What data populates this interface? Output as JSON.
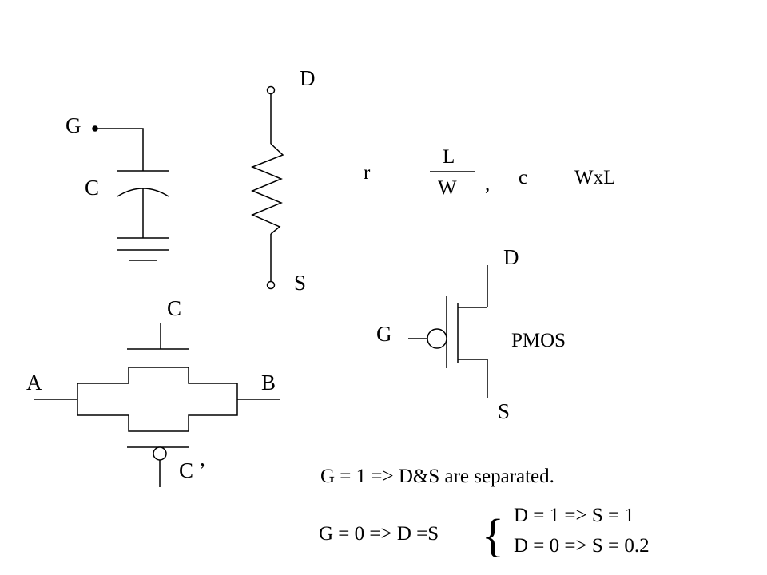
{
  "capacitor": {
    "gate_label": "G",
    "cap_label": "C"
  },
  "resistor": {
    "drain_label": "D",
    "source_label": "S"
  },
  "formula": {
    "r_symbol": "r",
    "numerator": "L",
    "denominator": "W",
    "comma": ",",
    "c_symbol": "c",
    "area": "WxL"
  },
  "transmission_gate": {
    "control_label": "C",
    "control_bar_label": "C ’",
    "input_label": "A",
    "output_label": "B"
  },
  "pmos": {
    "drain_label": "D",
    "gate_label": "G",
    "source_label": "S",
    "type_label": "PMOS"
  },
  "notes": {
    "g1": "G = 1 =>  D&S are separated.",
    "g0": "G = 0 => D =S",
    "brace": "{",
    "case1": "D = 1  =>  S = 1",
    "case2": "D = 0  =>  S = 0.2"
  }
}
